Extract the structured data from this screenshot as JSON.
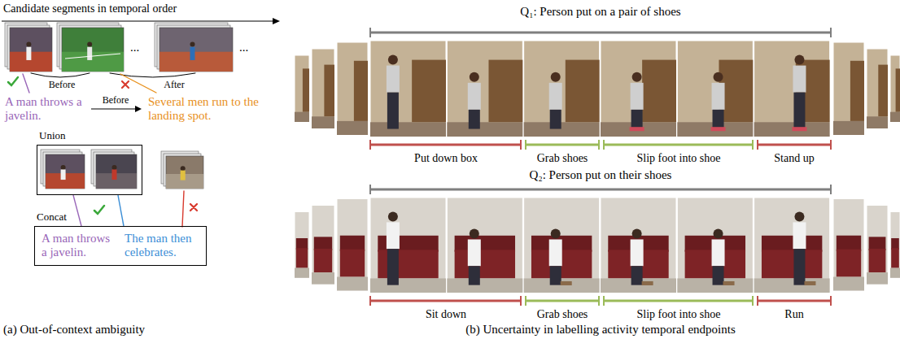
{
  "diagram": {
    "nodes": [
      {
        "text": [
          "Union"
        ]
      },
      {
        "text": [
          "Concat",
          "A man throws a javelin.",
          "The man then celebrates."
        ]
      }
    ],
    "edges": [
      {
        "from": 1,
        "to": 0,
        "arrow": "none"
      },
      {
        "from": 1,
        "to": 0,
        "arrow": "none"
      }
    ],
    "labels": [
      "Candidate segments in temporal order",
      "...",
      "...",
      "Before",
      "After",
      "A man throws a javelin.",
      "Before",
      "Several men run to the landing spot.",
      "(a) Out-of-context ambiguity",
      "Q₁: Person put on a pair of shoes",
      "Put down box",
      "Grab shoes",
      "Slip foot into shoe",
      "Stand up",
      "Q₂: Person put on their shoes",
      "Sit down",
      "Grab shoes",
      "Slip foot into shoe",
      "Run",
      "(b) Uncertainty in labelling activity temporal endpoints"
    ]
  }
}
